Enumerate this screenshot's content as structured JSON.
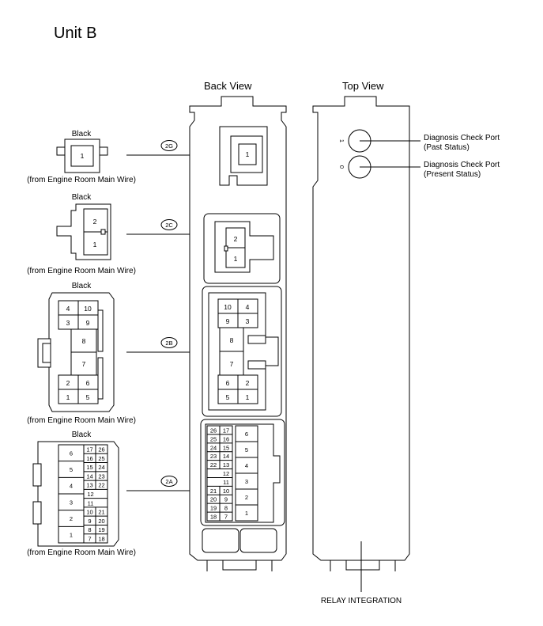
{
  "title": "Unit B",
  "views": {
    "back": "Back View",
    "top": "Top View"
  },
  "connectors": {
    "c2g": {
      "color": "Black",
      "source": "(from Engine Room Main Wire)",
      "tag": "2G",
      "pins": [
        "1"
      ]
    },
    "c2c": {
      "color": "Black",
      "source": "(from Engine Room Main Wire)",
      "tag": "2C",
      "pins": [
        "2",
        "1"
      ]
    },
    "c2b": {
      "color": "Black",
      "source": "(from Engine Room Main Wire)",
      "tag": "2B",
      "pins": [
        "4",
        "10",
        "3",
        "9",
        "8",
        "7",
        "2",
        "6",
        "1",
        "5"
      ]
    },
    "c2a": {
      "color": "Black",
      "source": "(from Engine Room Main Wire)",
      "tag": "2A",
      "big_pins": [
        "6",
        "5",
        "4",
        "3",
        "2",
        "1"
      ],
      "small_pins": [
        "17",
        "26",
        "16",
        "25",
        "15",
        "24",
        "14",
        "23",
        "13",
        "22",
        "12",
        "11",
        "10",
        "21",
        "9",
        "20",
        "8",
        "19",
        "7",
        "18"
      ]
    }
  },
  "back_view": {
    "p2c": [
      "2",
      "1"
    ],
    "p2b": [
      "10",
      "4",
      "9",
      "3",
      "8",
      "7",
      "6",
      "2",
      "5",
      "1"
    ],
    "p2a_small": [
      "26",
      "17",
      "25",
      "16",
      "24",
      "15",
      "23",
      "14",
      "22",
      "13",
      "12",
      "11",
      "21",
      "10",
      "20",
      "9",
      "19",
      "8",
      "18",
      "7"
    ],
    "p2a_big": [
      "6",
      "5",
      "4",
      "3",
      "2",
      "1"
    ]
  },
  "top_view": {
    "port1_mark": "1",
    "port0_mark": "0",
    "port1_label_1": "Diagnosis Check Port",
    "port1_label_2": "(Past Status)",
    "port0_label_1": "Diagnosis Check Port",
    "port0_label_2": "(Present Status)",
    "relay_label": "RELAY INTEGRATION"
  }
}
